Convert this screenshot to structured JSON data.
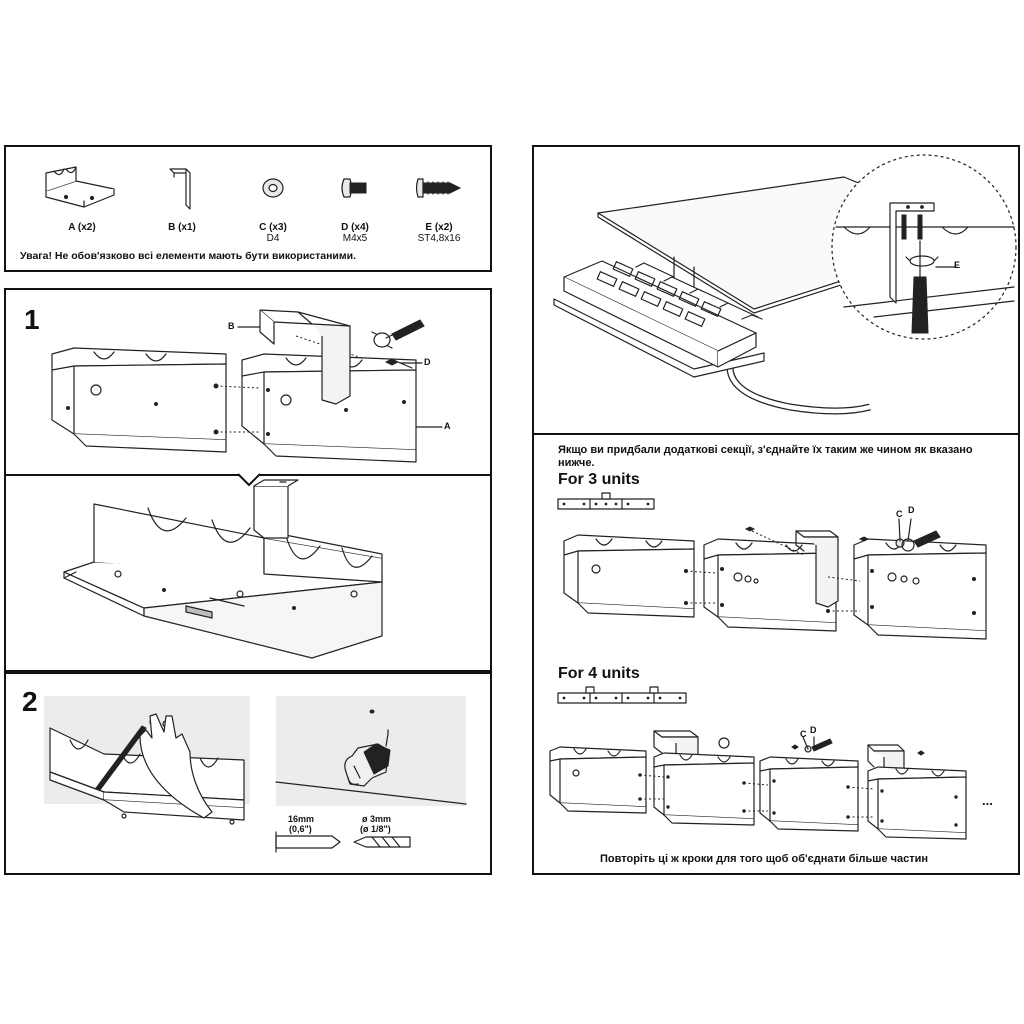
{
  "parts": [
    {
      "label": "A (x2)",
      "spec": "",
      "icon": "bracket-a-icon"
    },
    {
      "label": "B (x1)",
      "spec": "",
      "icon": "bracket-b-icon"
    },
    {
      "label": "C (x3)",
      "spec": "D4",
      "icon": "washer-icon"
    },
    {
      "label": "D (x4)",
      "spec": "M4x5",
      "icon": "bolt-icon"
    },
    {
      "label": "E (x2)",
      "spec": "ST4,8x16",
      "icon": "screw-icon"
    }
  ],
  "parts_warning": "Увага! Не обов'язково всі елементи мають бути використаними.",
  "step1": {
    "number": "1",
    "callout_b": "B",
    "callout_d": "D",
    "callout_a": "A"
  },
  "step2": {
    "number": "2",
    "depth_label": "16mm",
    "depth_label_inch": "(0,6\")",
    "drill_label": "ø 3mm",
    "drill_label_inch": "(ø 1/8\")"
  },
  "mount": {
    "callout_e": "E"
  },
  "extra": {
    "note_line1": "Якщо ви придбали додаткові секції, з'єднайте їх таким же чином як вказано",
    "note_line2": "нижче.",
    "title_3": "For 3 units",
    "title_4": "For 4 units",
    "callout_c": "C",
    "callout_d": "D",
    "ellipsis": "...",
    "footer": "Повторіть ці ж кроки для того щоб об'єднати більше частин"
  }
}
